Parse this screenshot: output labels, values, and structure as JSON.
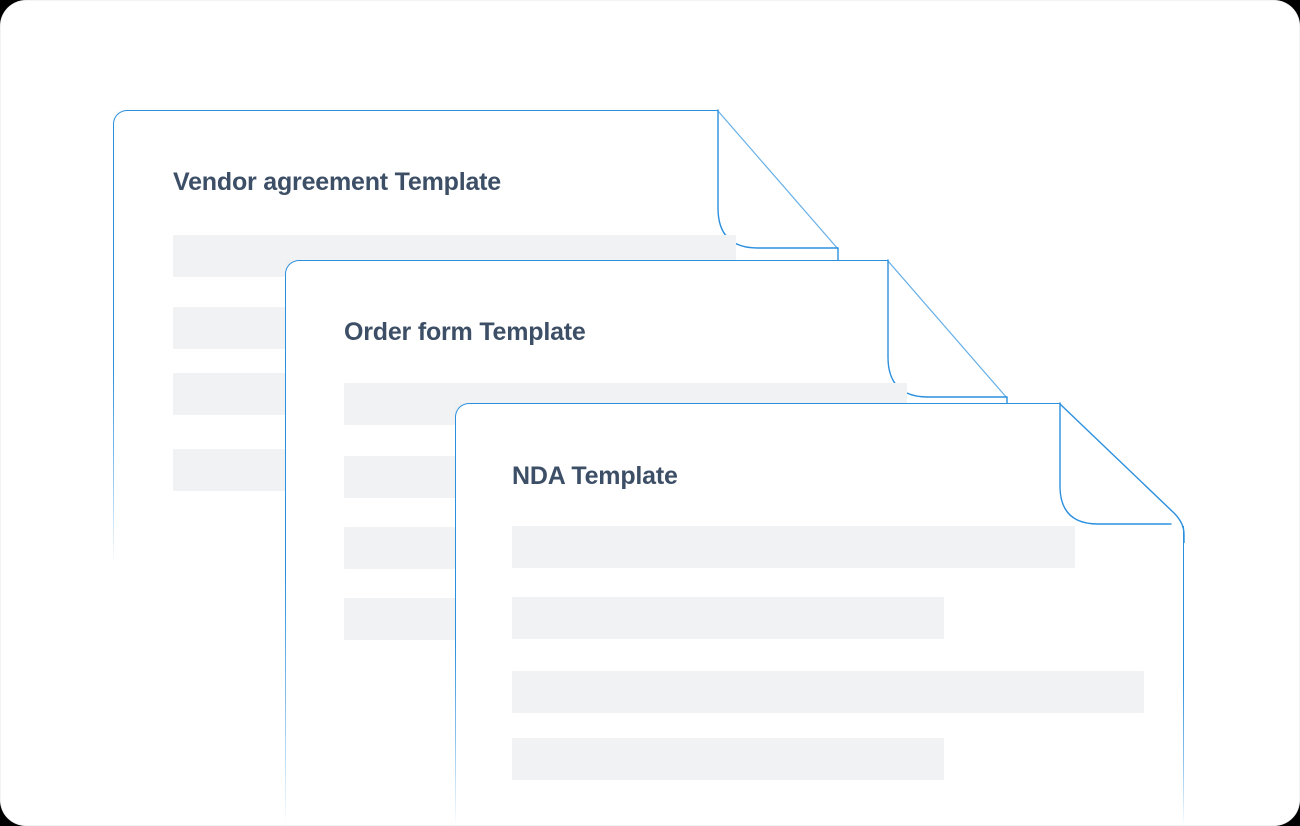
{
  "scene": {
    "kind": "document-template-stack",
    "card_count": 3,
    "colors": {
      "card_border": "#2b90de",
      "title_text": "#3d4f66",
      "placeholder_bar": "#f1f2f3",
      "card_surface": "#ffffff",
      "page_background": "#ffffff"
    }
  },
  "cards": [
    {
      "id": "vendor-agreement",
      "title": "Vendor agreement Template",
      "bars": [
        {
          "label": "content-line-1"
        },
        {
          "label": "content-line-2"
        },
        {
          "label": "content-line-3"
        },
        {
          "label": "content-line-4"
        }
      ]
    },
    {
      "id": "order-form",
      "title": "Order form Template",
      "bars": [
        {
          "label": "content-line-1"
        },
        {
          "label": "content-line-2"
        },
        {
          "label": "content-line-3"
        },
        {
          "label": "content-line-4"
        }
      ]
    },
    {
      "id": "nda",
      "title": "NDA Template",
      "bars": [
        {
          "label": "content-line-1"
        },
        {
          "label": "content-line-2"
        },
        {
          "label": "content-line-3"
        },
        {
          "label": "content-line-4"
        }
      ]
    }
  ]
}
